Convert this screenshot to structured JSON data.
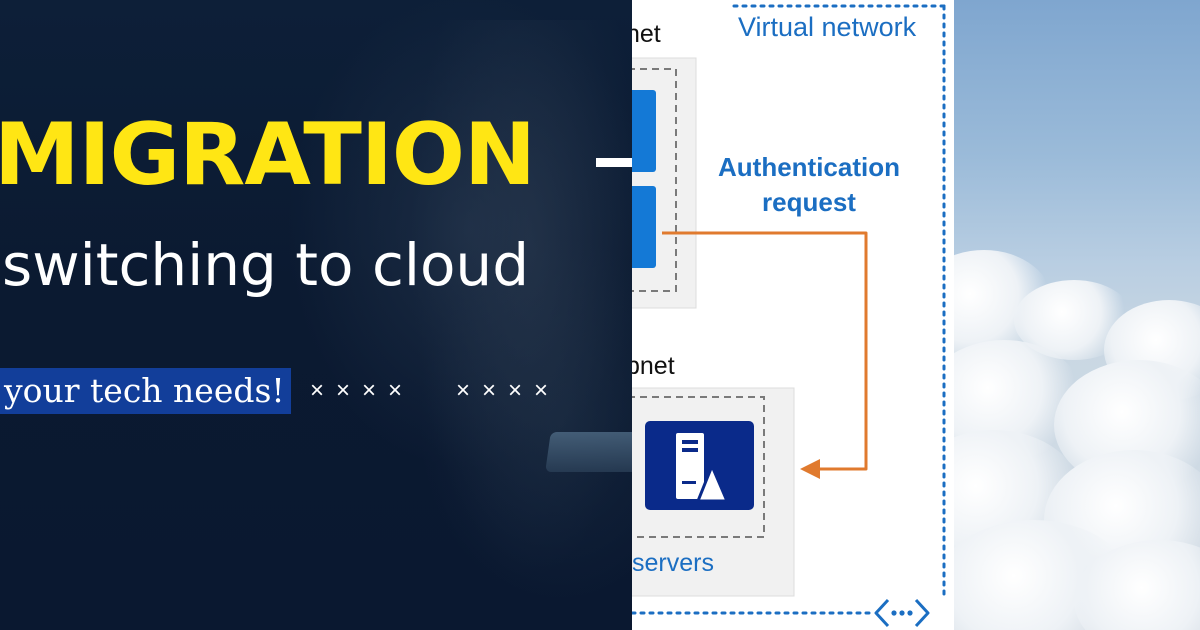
{
  "promo": {
    "headline": "MIGRATION",
    "subheadline": "switching to cloud",
    "tagline": "your tech needs!",
    "marks_group_1": "××××",
    "marks_group_2": "××××",
    "colors": {
      "headline": "#ffe614",
      "tagline_bg": "#123e9a",
      "background": "#0b1a30"
    }
  },
  "diagram": {
    "vnet_label": "Virtual network",
    "subnet_top_label": "net",
    "subnet_bottom_label": "bnet",
    "auth_line1": "Authentication",
    "auth_line2": "request",
    "servers_label": "servers",
    "icons": [
      "vm-tile-icon",
      "server-icon",
      "virtual-network-icon"
    ],
    "colors": {
      "accent": "#1b6ec2",
      "arrow": "#e07a2e",
      "server_tile": "#0a2a8a",
      "vm_tile": "#1479d6"
    }
  },
  "sky": {
    "description_colors": {
      "top": "#7fa6cf",
      "bottom": "#d6dee6"
    }
  }
}
